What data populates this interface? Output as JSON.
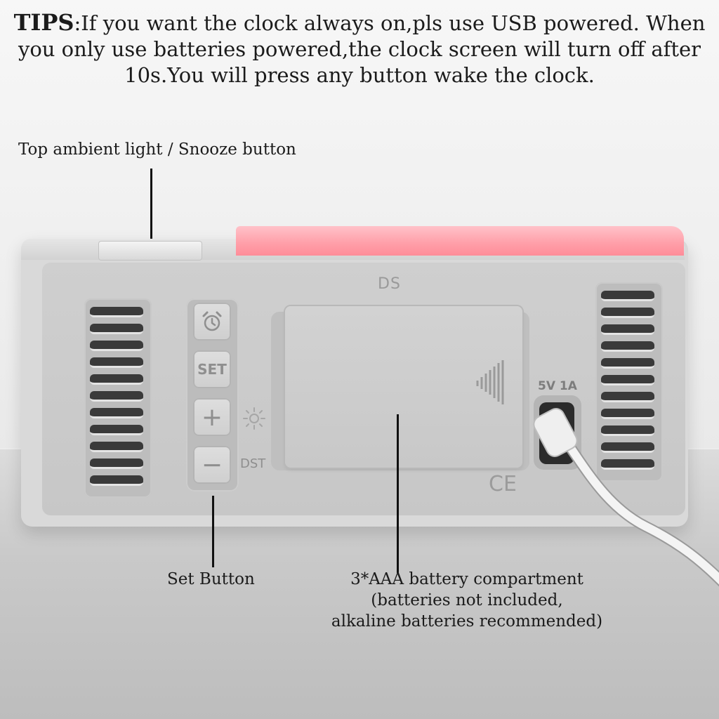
{
  "tips": {
    "prefix": "TIPS",
    "text": ":If you want the clock always on,pls use USB powered. When you only use batteries powered,the clock screen will turn off after 10s.You will press any button wake the clock."
  },
  "labels": {
    "snooze": "Top ambient light / Snooze button",
    "set_button": "Set Button",
    "battery_line1": "3*AAA battery compartment",
    "battery_line2": "(batteries not included,",
    "battery_line3": "alkaline batteries recommended)"
  },
  "device": {
    "brand": "DS",
    "buttons": [
      {
        "name": "alarm",
        "icon": "alarm-clock-icon"
      },
      {
        "name": "set",
        "label": "SET"
      },
      {
        "name": "plus",
        "label": "+"
      },
      {
        "name": "minus",
        "label": "−"
      }
    ],
    "brightness_icon": "sun-icon",
    "dst_label": "DST",
    "port_label": "5V 1A",
    "ce_mark": "CE"
  },
  "colors": {
    "ambient_light": "#ff9ea8",
    "body": "#d9d9d9",
    "text": "#1b1b1b"
  }
}
